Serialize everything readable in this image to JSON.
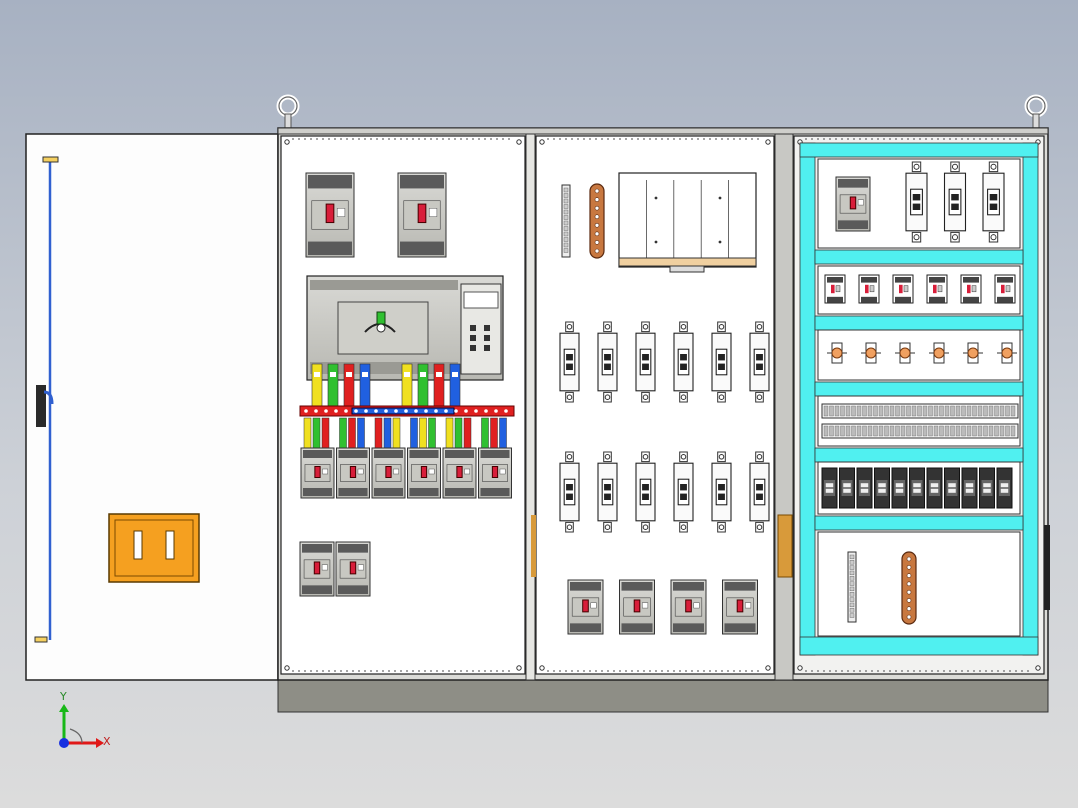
{
  "axes": {
    "y_label": "Y",
    "x_label": "X",
    "x_color": "#e01818",
    "y_color": "#18b818",
    "z_color": "#1830e0"
  },
  "colors": {
    "door": "#fdfdfd",
    "panel": "#ffffff",
    "plinth": "#8e8e86",
    "handle": "#f5a020",
    "busbar_red": "#e02020",
    "busbar_blue": "#2060e0",
    "cyan_rail": "#50f0f0",
    "copper": "#c87840"
  },
  "bus_phases": [
    "#f0e020",
    "#30c030",
    "#e02020",
    "#2060e0"
  ],
  "components": {
    "left_top_breakers": 2,
    "left_branch_breakers": 6,
    "left_bottom_breakers": 2,
    "mid_row1_fuses": 6,
    "mid_row2_fuses": 6,
    "mid_bottom_breakers": 4,
    "right_top_fuses": 3,
    "right_row1_mcbs": 6,
    "right_row2_lamps": 6,
    "right_terminal_strips": 2,
    "right_relays": 11
  }
}
